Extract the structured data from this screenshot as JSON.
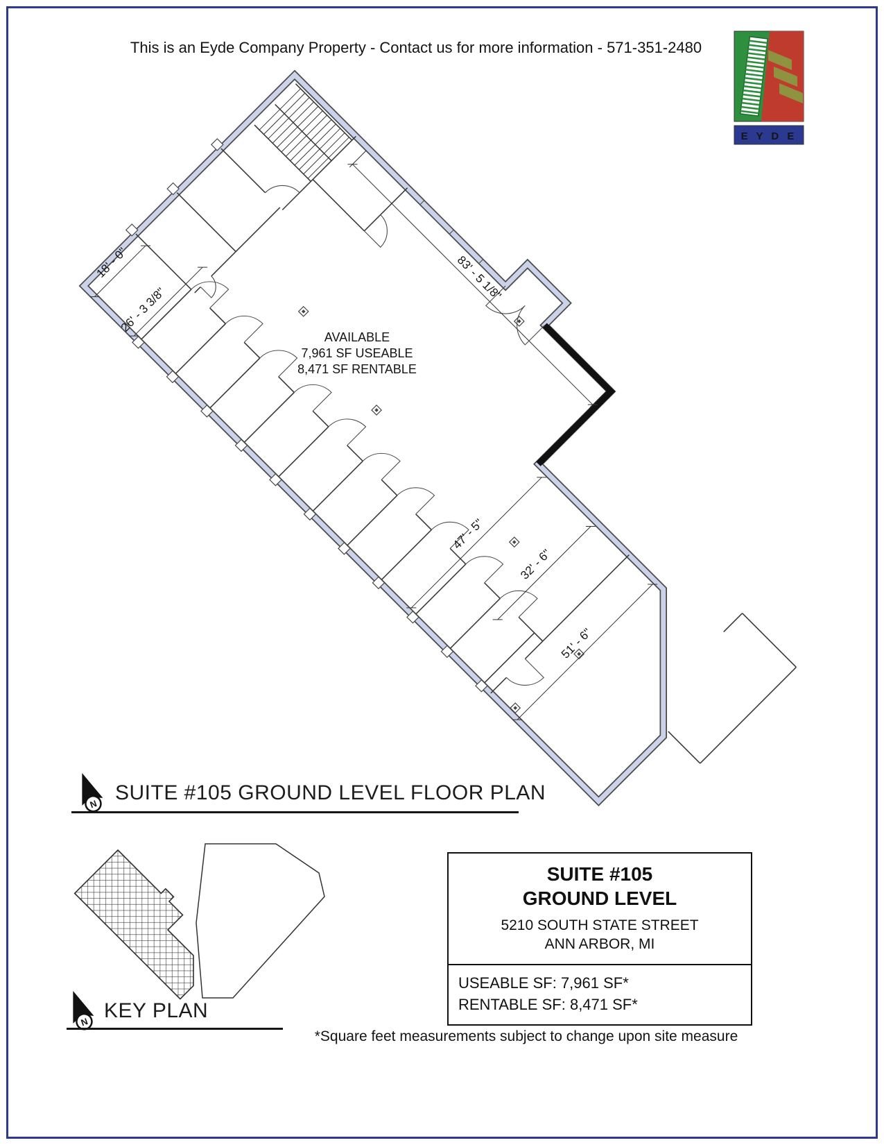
{
  "page": {
    "header_text": "This is an Eyde Company Property - Contact us for more information - 571-351-2480",
    "footnote": "*Square feet measurements subject to change upon site measure"
  },
  "logo": {
    "letters": "E Y D E"
  },
  "north_marker": "N",
  "floor_plan": {
    "title": "SUITE #105 GROUND LEVEL FLOOR PLAN",
    "available_label": [
      "AVAILABLE",
      "7,961 SF USEABLE",
      "8,471 SF RENTABLE"
    ],
    "dimensions": {
      "d83": "83' - 5 1/8\"",
      "d47": "47' - 5\"",
      "d32": "32' - 6\"",
      "d51": "51' - 6\"",
      "d18": "18' - 0\"",
      "d26": "26' - 3 3/8\""
    }
  },
  "key_plan": {
    "label": "KEY PLAN"
  },
  "info_box": {
    "suite": "SUITE #105",
    "level": "GROUND LEVEL",
    "address_line1": "5210 SOUTH STATE STREET",
    "address_line2": "ANN ARBOR, MI",
    "useable": "USEABLE SF: 7,961 SF*",
    "rentable": "RENTABLE SF: 8,471 SF*"
  }
}
